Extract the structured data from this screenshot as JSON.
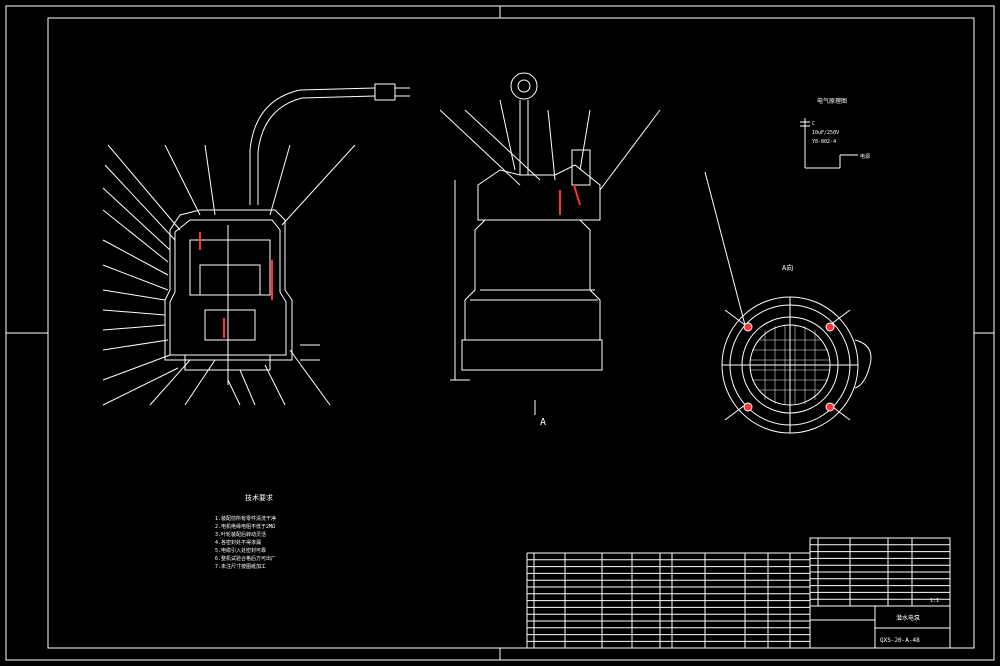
{
  "drawing": {
    "view_label_a": "A",
    "view_label_side": "A",
    "detail_label": "A向",
    "circuit_title": "电气原理图",
    "circuit_cap": "C",
    "circuit_spec_1": "10uF/250V",
    "circuit_spec_2": "Y8-802-4",
    "circuit_power": "电源",
    "notes_title": "技术要求",
    "notes": [
      "1.装配前所有零件清洗干净",
      "2.电机绝缘电阻不低于2MΩ",
      "3.叶轮装配后转动灵活",
      "4.各密封处不得渗漏",
      "5.电缆引入处密封可靠",
      "6.整机试验合格后方可出厂",
      "7.未注尺寸按图纸加工"
    ],
    "title_block": {
      "name": "潜水电泵",
      "code": "QXS-20-A-48",
      "scale": "1:1"
    },
    "colors": {
      "line": "#ffffff",
      "accent": "#ff3333",
      "background": "#000000"
    }
  }
}
